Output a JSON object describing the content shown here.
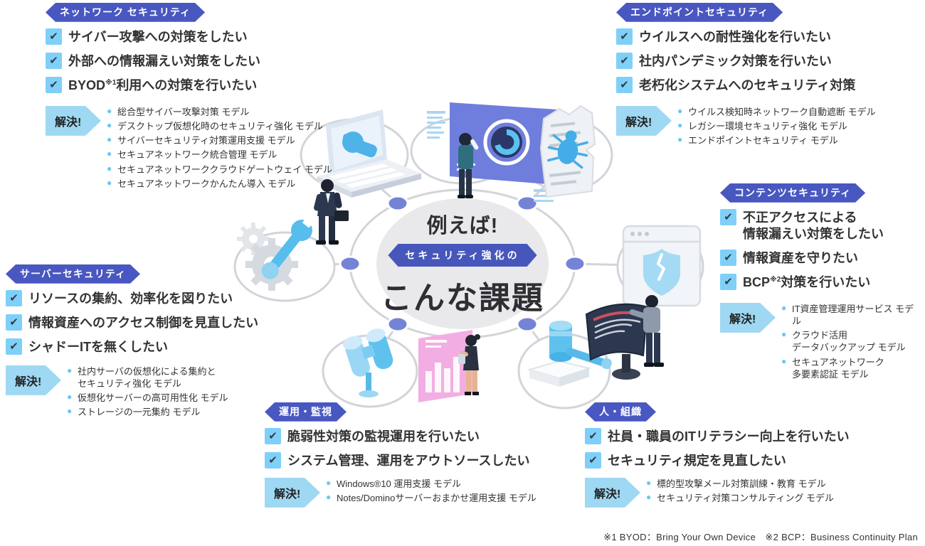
{
  "hub": {
    "line1": "例えば!",
    "banner": "セキュリティ強化の",
    "line2": "こんな課題"
  },
  "solve_label": "解決!",
  "footnote": "※1 BYOD：Bring Your Own Device　※2 BCP：Business Continuity Plan",
  "colors": {
    "badge_blue": "#4957c1",
    "check_box_blue": "#7fd0f8",
    "solve_arrow_blue": "#9ed8f3",
    "bullet_blue": "#6cc7f0",
    "illustration_blue": "#4fb3e8",
    "node_purple": "#7583d6",
    "text_dark": "#333333"
  },
  "sections": {
    "network": {
      "badge": "ネットワーク セキュリティ",
      "items": [
        {
          "text": "サイバー攻撃への対策をしたい"
        },
        {
          "text": "外部への情報漏えい対策をしたい"
        },
        {
          "pre": "BYOD",
          "sup": "※1",
          "post": "利用への対策を行いたい"
        }
      ],
      "solutions": [
        "総合型サイバー攻撃対策 モデル",
        "デスクトップ仮想化時のセキュリティ強化 モデル",
        "サイバーセキュリティ対策運用支援 モデル",
        "セキュアネットワーク統合管理 モデル",
        "セキュアネットワーククラウドゲートウェイ モデル",
        "セキュアネットワークかんたん導入 モデル"
      ]
    },
    "endpoint": {
      "badge": "エンドポイントセキュリティ",
      "items": [
        {
          "text": "ウイルスへの耐性強化を行いたい"
        },
        {
          "text": "社内パンデミック対策を行いたい"
        },
        {
          "text": "老朽化システムへのセキュリティ対策"
        }
      ],
      "solutions": [
        "ウイルス検知時ネットワーク自動遮断 モデル",
        "レガシー環境セキュリティ強化 モデル",
        "エンドポイントセキュリティ モデル"
      ]
    },
    "content": {
      "badge": "コンテンツセキュリティ",
      "items": [
        {
          "text": "不正アクセスによる\n情報漏えい対策をしたい"
        },
        {
          "text": "情報資産を守りたい"
        },
        {
          "pre": "BCP",
          "sup": "※2",
          "post": "対策を行いたい"
        }
      ],
      "solutions": [
        "IT資産管理運用サービス モデル",
        "クラウド活用\nデータバックアップ モデル",
        "セキュアネットワーク\n多要素認証 モデル"
      ]
    },
    "server": {
      "badge": "サーバーセキュリティ",
      "items": [
        {
          "text": "リソースの集約、効率化を図りたい"
        },
        {
          "text": "情報資産へのアクセス制御を見直したい"
        },
        {
          "text": "シャドーITを無くしたい"
        }
      ],
      "solutions": [
        "社内サーバの仮想化による集約と\nセキュリティ強化 モデル",
        "仮想化サーバーの高可用性化 モデル",
        "ストレージの一元集約 モデル"
      ]
    },
    "operation": {
      "badge": "運用・監視",
      "items": [
        {
          "text": "脆弱性対策の監視運用を行いたい"
        },
        {
          "text": "システム管理、運用をアウトソースしたい"
        }
      ],
      "solutions": [
        "Windows®10 運用支援 モデル",
        "Notes/Dominoサーバーおまかせ運用支援 モデル"
      ]
    },
    "people": {
      "badge": "人・組織",
      "items": [
        {
          "text": "社員・職員のITリテラシー向上を行いたい"
        },
        {
          "text": "セキュリティ規定を見直したい"
        }
      ],
      "solutions": [
        "標的型攻撃メール対策訓練・教育 モデル",
        "セキュリティ対策コンサルティング モデル"
      ]
    }
  }
}
